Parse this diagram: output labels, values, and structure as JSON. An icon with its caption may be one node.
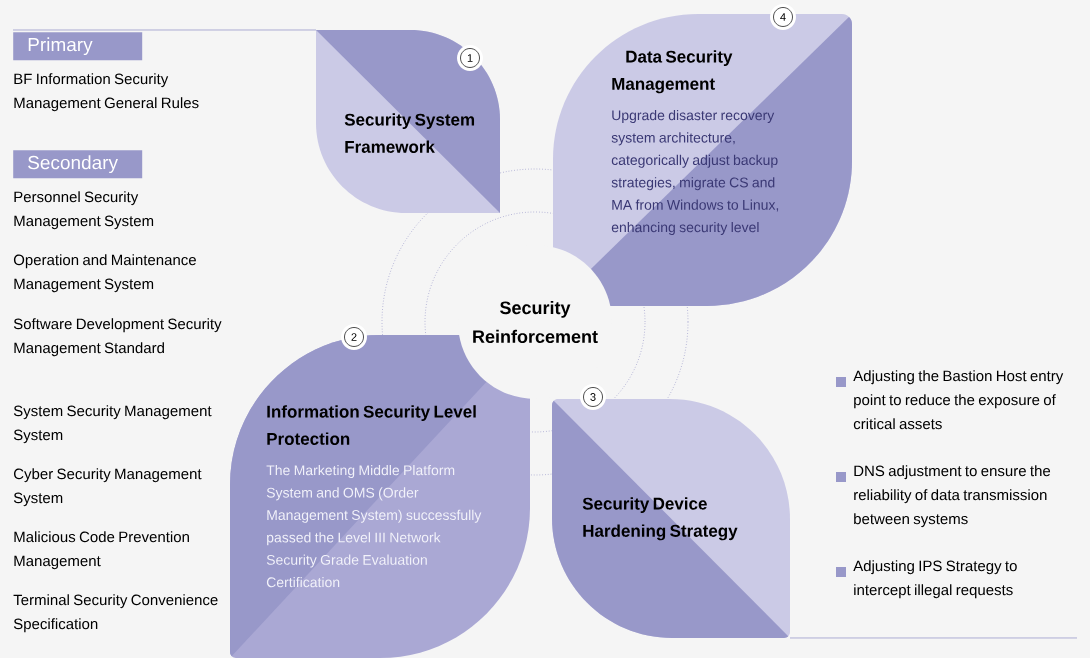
{
  "diagram": {
    "nodes": [
      {
        "text": [
          "Primary"
        ]
      },
      {
        "text": [
          "Secondary"
        ]
      },
      {
        "text": [
          "Security Reinforcement"
        ]
      },
      {
        "text": [
          "Security System Framework"
        ]
      },
      {
        "text": [
          "Information Security Level Protection",
          "The Marketing Middle Platform System and OMS (Order Management System) successfully passed the Level III Network Security Grade Evaluation Certification"
        ]
      },
      {
        "text": [
          "Security Device Hardening Strategy"
        ]
      },
      {
        "text": [
          "Data Security Management",
          "Upgrade disaster recovery system architecture, categorically adjust backup strategies, migrate CS and MA from Windows to Linux, enhancing security level"
        ]
      }
    ],
    "labels": [
      "BF Information Security Management General Rules",
      "Personnel Security Management System",
      "Operation and Maintenance Management System",
      "Software Development Security Management Standard",
      "System Security Management System",
      "Cyber Security Management System",
      "Malicious Code Prevention Management",
      "Terminal Security Convenience Specification",
      "1",
      "2",
      "3",
      "4",
      "Adjusting the Bastion Host entry point to reduce the exposure of critical assets",
      "DNS adjustment to ensure the reliability of data transmission between systems",
      "Adjusting IPS Strategy to intercept illegal requests"
    ]
  }
}
